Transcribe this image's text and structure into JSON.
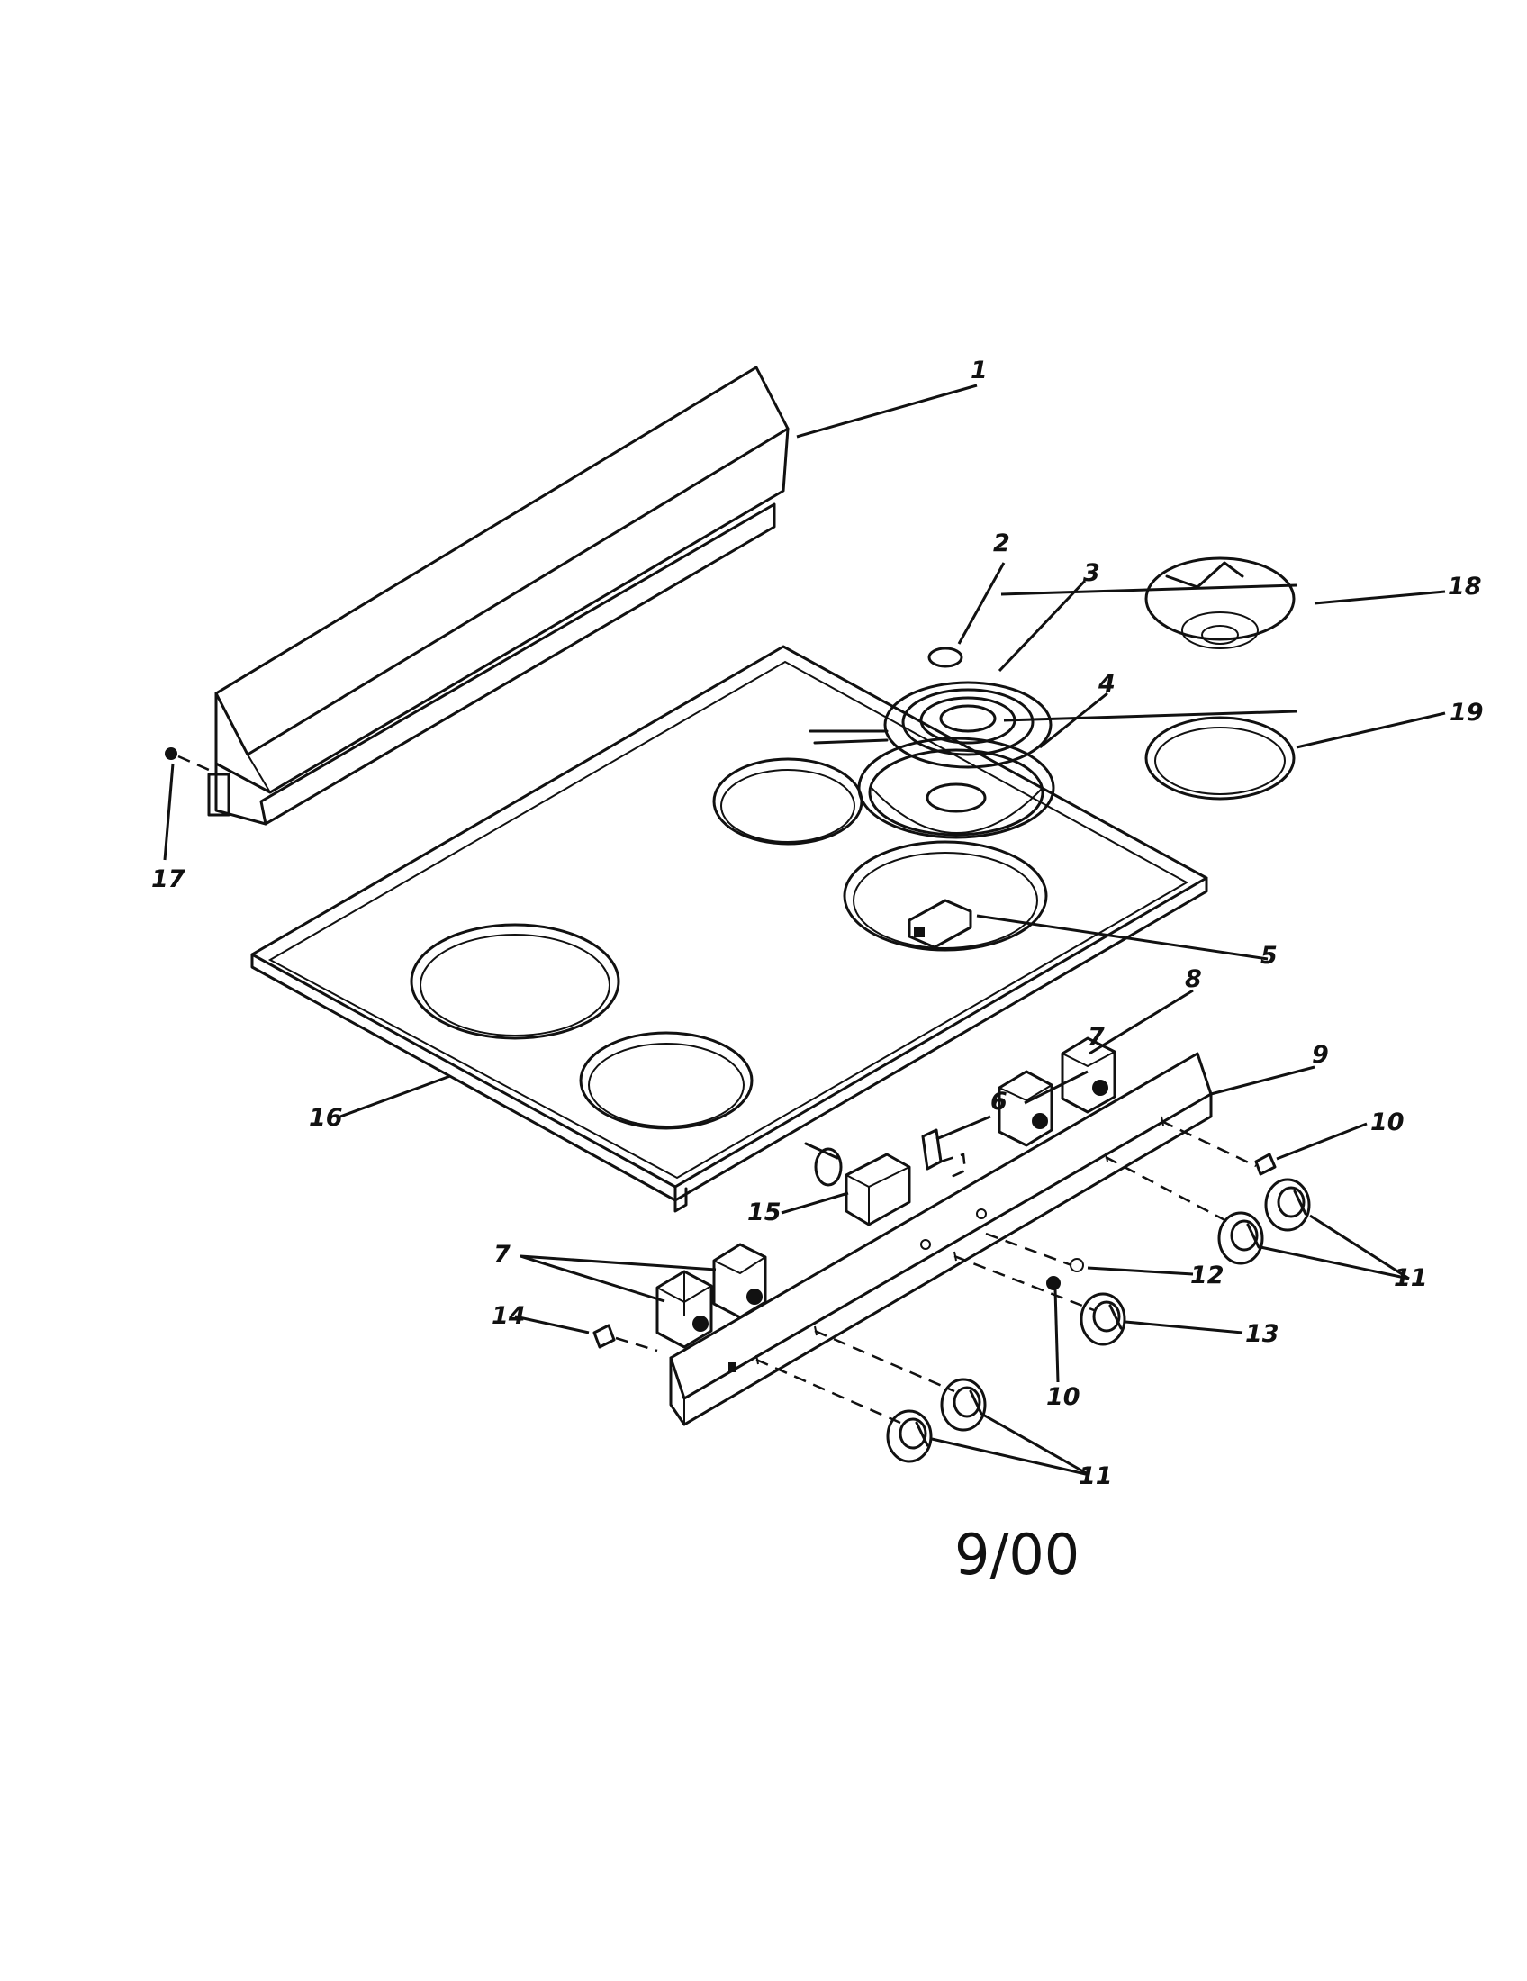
{
  "diagram": {
    "revision": "9/00",
    "callouts": [
      {
        "id": "c1",
        "label": "1"
      },
      {
        "id": "c2",
        "label": "2"
      },
      {
        "id": "c3",
        "label": "3"
      },
      {
        "id": "c4",
        "label": "4"
      },
      {
        "id": "c5",
        "label": "5"
      },
      {
        "id": "c6",
        "label": "6"
      },
      {
        "id": "c7a",
        "label": "7"
      },
      {
        "id": "c7b",
        "label": "7"
      },
      {
        "id": "c8",
        "label": "8"
      },
      {
        "id": "c9",
        "label": "9"
      },
      {
        "id": "c10a",
        "label": "10"
      },
      {
        "id": "c10b",
        "label": "10"
      },
      {
        "id": "c11a",
        "label": "11"
      },
      {
        "id": "c11b",
        "label": "11"
      },
      {
        "id": "c12",
        "label": "12"
      },
      {
        "id": "c13",
        "label": "13"
      },
      {
        "id": "c14",
        "label": "14"
      },
      {
        "id": "c15",
        "label": "15"
      },
      {
        "id": "c16",
        "label": "16"
      },
      {
        "id": "c17",
        "label": "17"
      },
      {
        "id": "c18",
        "label": "18"
      },
      {
        "id": "c19",
        "label": "19"
      }
    ]
  }
}
